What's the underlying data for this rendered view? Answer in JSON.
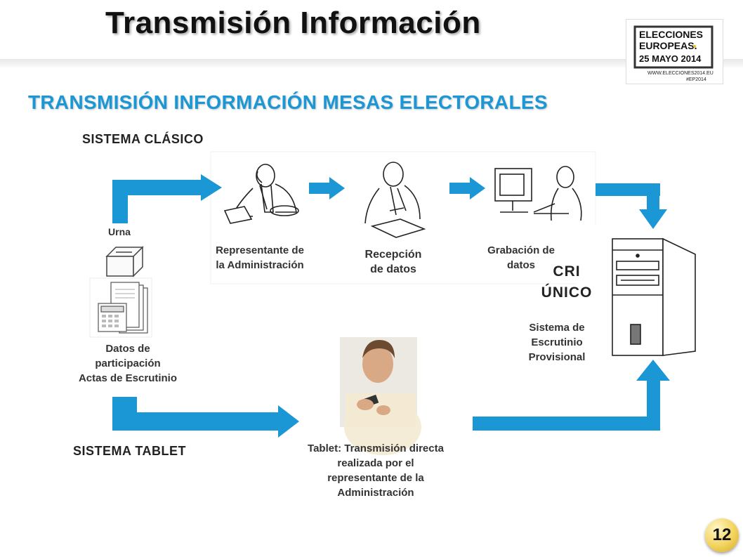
{
  "header": {
    "title": "Transmisión Información"
  },
  "logo": {
    "text_lines": [
      "ELECCIONES",
      "EUROPEAS.",
      "25 MAYO 2014",
      "WWW.ELECCIONES2014.EU",
      "#EP2014"
    ]
  },
  "subtitle": "TRANSMISIÓN INFORMACIÓN MESAS ELECTORALES",
  "diagram": {
    "sistema_clasico": "SISTEMA CLÁSICO",
    "sistema_tablet": "SISTEMA TABLET",
    "urna": "Urna",
    "datos": [
      "Datos de",
      "participación",
      "Actas de Escrutinio"
    ],
    "representante": [
      "Representante de",
      "la Administración"
    ],
    "recepcion": [
      "Recepción",
      "de datos"
    ],
    "grabacion": [
      "Grabación de",
      "datos"
    ],
    "cri": [
      "CRI",
      "ÚNICO"
    ],
    "sistema_escrutinio": [
      "Sistema de",
      "Escrutinio",
      "Provisional"
    ],
    "tablet": [
      "Tablet: Transmisión directa",
      "realizada por el",
      "representante de la",
      "Administración"
    ]
  },
  "colors": {
    "arrow": "#1a97d4",
    "subtitle": "#1a97d4",
    "badge": "#f2d35c"
  },
  "page_number": "12"
}
